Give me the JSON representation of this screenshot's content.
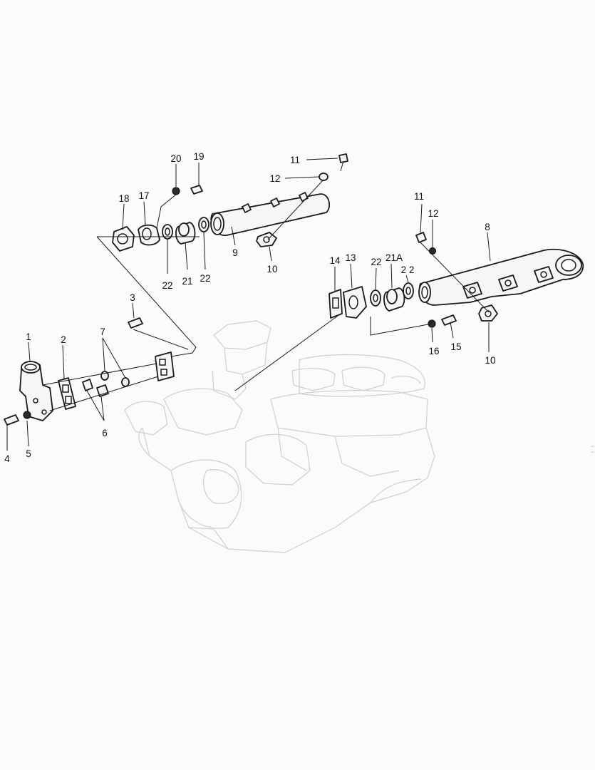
{
  "callouts": {
    "c1": "1",
    "c2": "2",
    "c3": "3",
    "c4": "4",
    "c5": "5",
    "c6": "6",
    "c7": "7",
    "c8": "8",
    "c9": "9",
    "c10a": "10",
    "c10b": "10",
    "c11a": "11",
    "c11b": "11",
    "c12a": "12",
    "c12b": "12",
    "c13": "13",
    "c14": "14",
    "c15": "15",
    "c16": "16",
    "c17": "17",
    "c18": "18",
    "c19": "19",
    "c20": "20",
    "c21": "21",
    "c21a": "21A",
    "c22a": "22",
    "c22b": "22",
    "c22c": "22",
    "c22d": "2 2"
  },
  "colors": {
    "ink": "#1a1a1a",
    "ghost": "#cfcfcf",
    "paper": "#fbfbfb"
  }
}
